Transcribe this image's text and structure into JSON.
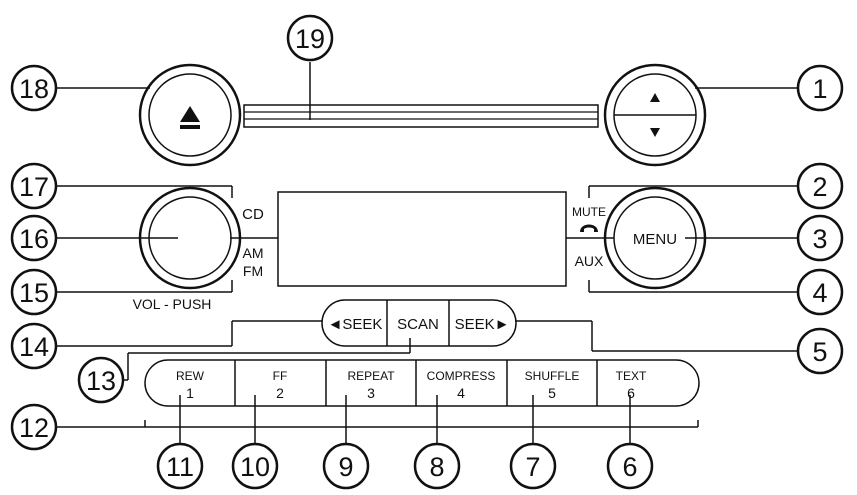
{
  "labels": {
    "cd": "CD",
    "am": "AM",
    "fm": "FM",
    "vol_push": "VOL - PUSH",
    "mute": "MUTE",
    "menu": "MENU",
    "aux": "AUX",
    "seek_left": "◄SEEK",
    "scan": "SCAN",
    "seek_right": "SEEK►"
  },
  "presets": [
    {
      "name": "REW",
      "num": "1"
    },
    {
      "name": "FF",
      "num": "2"
    },
    {
      "name": "REPEAT",
      "num": "3"
    },
    {
      "name": "COMPRESS",
      "num": "4"
    },
    {
      "name": "SHUFFLE",
      "num": "5"
    },
    {
      "name": "TEXT",
      "num": "6"
    }
  ],
  "callouts": [
    "1",
    "2",
    "3",
    "4",
    "5",
    "6",
    "7",
    "8",
    "9",
    "10",
    "11",
    "12",
    "13",
    "14",
    "15",
    "16",
    "17",
    "18",
    "19"
  ],
  "colors": {
    "line": "#111111",
    "background": "#ffffff"
  },
  "icons": {
    "eject": "eject-icon",
    "tune": "up-down-arrows-icon",
    "phone": "phone-icon"
  }
}
